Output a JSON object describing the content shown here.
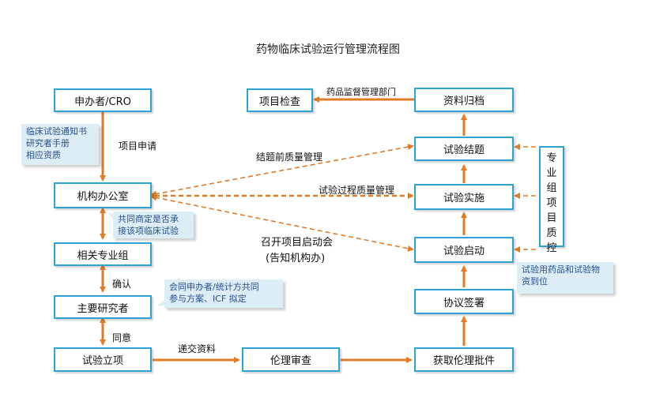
{
  "title": "药物临床试验运行管理流程图",
  "nodes": {
    "sponsor": "申办者/CRO",
    "office": "机构办公室",
    "specialty": "相关专业组",
    "investigator": "主要研究者",
    "initiation": "试验立项",
    "ethics_review": "伦理审查",
    "ethics_approval": "获取伦理批件",
    "agreement": "协议签署",
    "startup": "试验启动",
    "implementation": "试验实施",
    "closing": "试验结题",
    "archive": "资料归档",
    "inspection": "项目检查"
  },
  "qc_box": [
    "专",
    "业",
    "组",
    "项",
    "目",
    "质",
    "控"
  ],
  "edge_labels": {
    "project_apply": "项目申请",
    "confirm": "确认",
    "agree": "同意",
    "submit": "递交资料",
    "fda": "药品监督管理部门",
    "pre_close_qc": "结题前质量管理",
    "process_qc": "试验过程质量管理",
    "kickoff_line1": "召开项目启动会",
    "kickoff_line2": "(告知机构办)"
  },
  "notes": {
    "sponsor_docs": [
      "临床试验通知书",
      "研究者手册",
      "相应资质"
    ],
    "joint_decision": [
      "共同商定是否承",
      "接该项临床试验"
    ],
    "joint_protocol": [
      "会同申办者/统计方共同",
      "参与方案、ICF 拟定"
    ],
    "drug_ready": [
      "试验用药品和试验物",
      "资到位"
    ]
  },
  "colors": {
    "box_border": "#2ea3d6",
    "arrow": "#e07b28",
    "note_bg": "#dcedf6",
    "note_text": "#2a4f8f"
  }
}
